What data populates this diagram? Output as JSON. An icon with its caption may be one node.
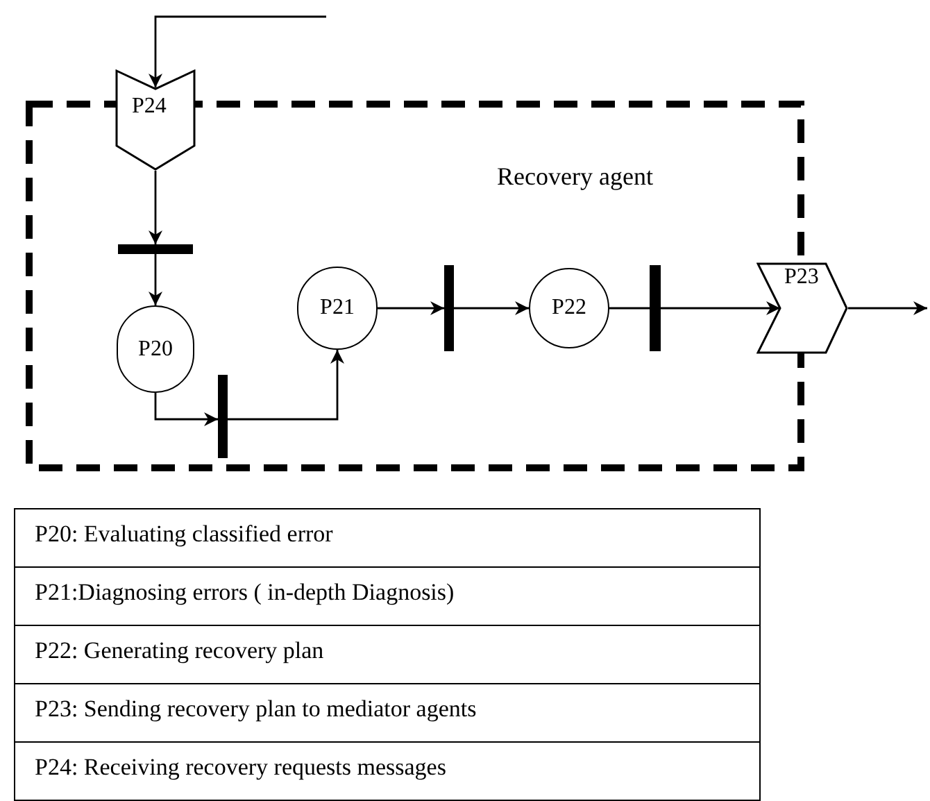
{
  "diagram": {
    "nodes": [
      {
        "text": [
          "Recovery agent"
        ]
      },
      {
        "text": [
          "P24"
        ]
      },
      {
        "text": [],
        "shape": "bar",
        "in": 0
      },
      {
        "text": [
          "P20"
        ],
        "in": 0
      },
      {
        "text": [],
        "shape": "bar",
        "in": 0
      },
      {
        "text": [
          "P21"
        ],
        "in": 0
      },
      {
        "text": [],
        "shape": "bar",
        "in": 0
      },
      {
        "text": [
          "P22"
        ],
        "in": 0
      },
      {
        "text": [],
        "shape": "bar",
        "in": 0
      },
      {
        "text": [
          "P23"
        ]
      }
    ],
    "edges": [
      {
        "from": null,
        "to": 1,
        "arrow": "to"
      },
      {
        "from": 1,
        "to": 2,
        "arrow": "to"
      },
      {
        "from": 2,
        "to": 3,
        "arrow": "to"
      },
      {
        "from": 3,
        "to": 4,
        "arrow": "to"
      },
      {
        "from": 4,
        "to": 5,
        "arrow": "to"
      },
      {
        "from": 5,
        "to": 6,
        "arrow": "to"
      },
      {
        "from": 6,
        "to": 7,
        "arrow": "to"
      },
      {
        "from": 7,
        "to": 8,
        "arrow": "none"
      },
      {
        "from": 8,
        "to": 9,
        "arrow": "to"
      },
      {
        "from": 9,
        "to": null,
        "arrow": "to"
      }
    ],
    "labels": [
      "P20: Evaluating classified error",
      "P21:Diagnosing errors ( in-depth Diagnosis)",
      "P22: Generating recovery plan",
      "P23: Sending recovery plan to mediator agents",
      "P24: Receiving recovery requests messages"
    ]
  }
}
